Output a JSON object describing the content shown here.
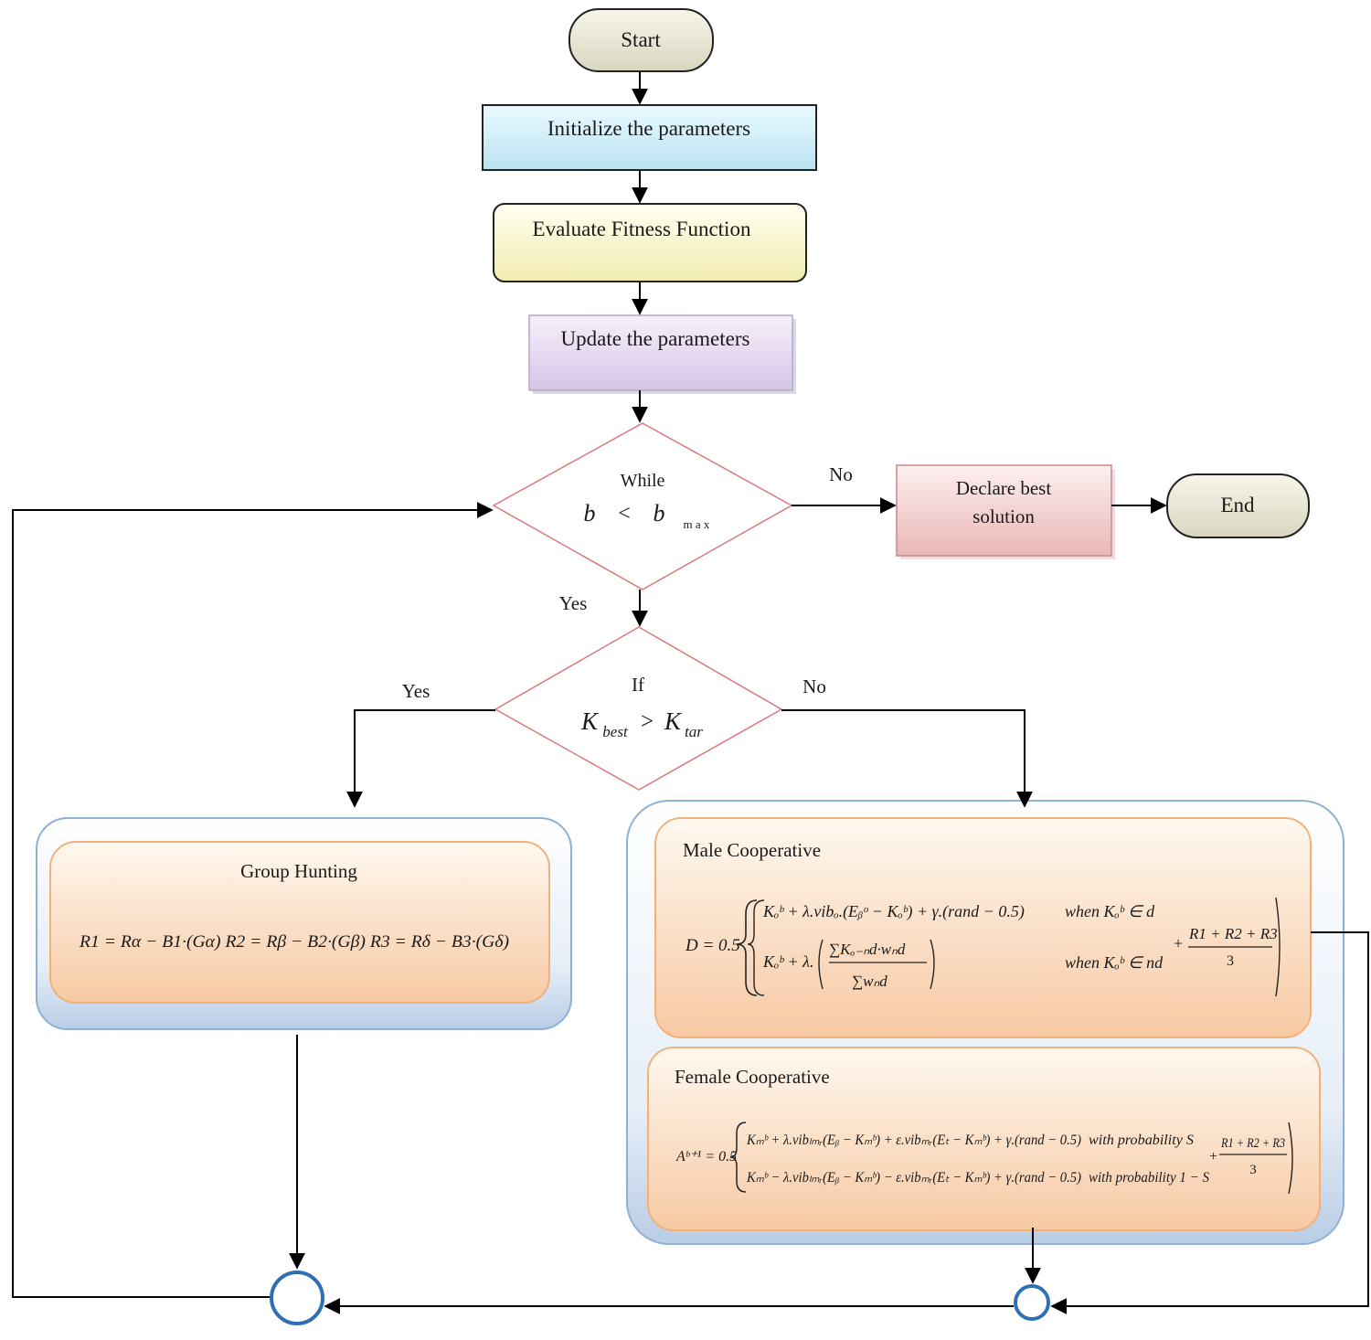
{
  "nodes": {
    "start": "Start",
    "init": "Initialize the parameters",
    "evaluate": "Evaluate Fitness Function",
    "update": "Update the parameters",
    "while_title": "While",
    "while_b": "b",
    "while_lt": "<",
    "while_bmax": "b",
    "while_sub": "m a x",
    "declare_line1": "Declare best",
    "declare_line2": "solution",
    "end": "End",
    "if_title": "If",
    "if_k1": "K",
    "if_k1_sub": "best",
    "if_gt": ">",
    "if_k2": "K",
    "if_k2_sub": "tar"
  },
  "edges": {
    "while_no": "No",
    "while_yes": "Yes",
    "if_yes": "Yes",
    "if_no": "No"
  },
  "panels": {
    "group_hunting": {
      "title": "Group Hunting",
      "formula": "R1 = Rα − B1·(Gα)  R2 = Rβ − B2·(Gβ)  R3 = Rδ − B3·(Gδ)"
    },
    "male": {
      "title": "Male Cooperative",
      "lhs": "D = 0.5",
      "row1": "Kₒᵇ + λ.vibₒ.(Eᵦᵒ − Kₒᵇ) + γ.(rand − 0.5)",
      "row1_cond": "when Kₒᵇ ∈ d",
      "row2_a": "Kₒᵇ + λ.",
      "row2_num": "∑Kₒ₋ₙd·wₙd",
      "row2_den": "∑wₙd",
      "row2_cond": "when Kₒᵇ ∈ nd",
      "plus": "+",
      "frac_num": "R1 + R2 + R3",
      "frac_den": "3"
    },
    "female": {
      "title": "Female Cooperative",
      "lhs": "Aᵇ⁺¹ = 0.5",
      "row1": "Kₘᵇ + λ.vibₗₘᵣ(Eᵦ − Kₘᵇ) + ε.vibₘᵣ(Eₜ − Kₘᵇ) + γ.(rand − 0.5)",
      "row1_cond": "with probability S",
      "row2": "Kₘᵇ − λ.vibₗₘᵣ(Eᵦ − Kₘᵇ) − ε.vibₘᵣ(Eₜ − Kₘᵇ) + γ.(rand − 0.5)",
      "row2_cond": "with probability 1 − S",
      "plus": "+",
      "frac_num": "R1 + R2 + R3",
      "frac_den": "3"
    }
  }
}
